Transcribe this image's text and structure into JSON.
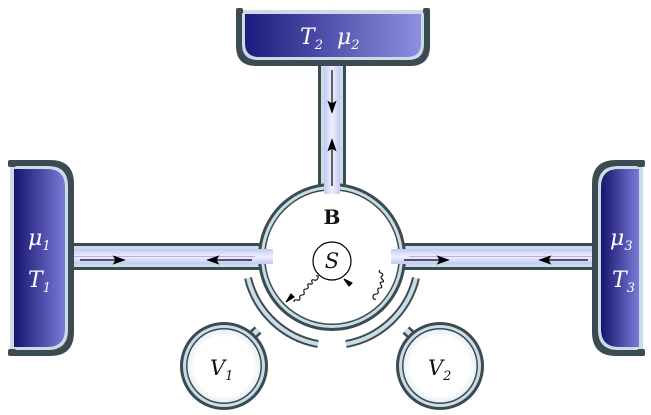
{
  "diagram": {
    "reservoirs": [
      {
        "id": "reservoir-top",
        "temp_sym": "T",
        "temp_sub": "2",
        "chem_sym": "μ",
        "chem_sub": "2"
      },
      {
        "id": "reservoir-left",
        "temp_sym": "T",
        "temp_sub": "1",
        "chem_sym": "μ",
        "chem_sub": "1"
      },
      {
        "id": "reservoir-right",
        "temp_sym": "T",
        "temp_sub": "3",
        "chem_sym": "μ",
        "chem_sub": "3"
      }
    ],
    "central": {
      "label": "B",
      "system_label": "S"
    },
    "voltage_probes": [
      {
        "sym": "V",
        "sub": "1"
      },
      {
        "sym": "V",
        "sub": "2"
      }
    ],
    "colors": {
      "reservoir_dark": "#1a1a7a",
      "reservoir_light": "#6a6ad0",
      "wall": "#3a4a55",
      "wall_light": "#c8dde6",
      "channel": "#dcdcff"
    }
  }
}
